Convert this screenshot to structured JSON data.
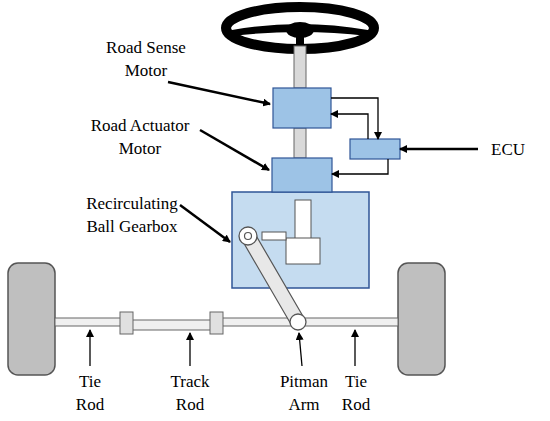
{
  "diagram": {
    "labels": [
      "Road Sense Motor",
      "Road Actuator Motor",
      "Recirculating Ball Gearbox",
      "ECU",
      "Tie Rod",
      "Track Rod",
      "Pitman Arm",
      "Tie Rod"
    ]
  }
}
